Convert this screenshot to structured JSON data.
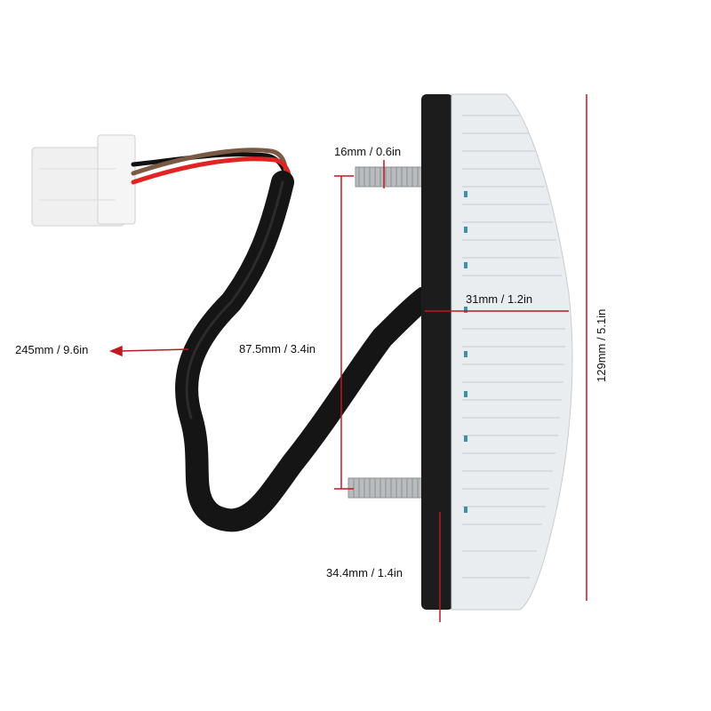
{
  "product": {
    "type": "motorcycle LED tail light with mounting studs and wire harness",
    "colors": {
      "housing": "#1a1a1a",
      "lens": "#e8ecef",
      "wire_black": "#111111",
      "wire_brown": "#7a5a45",
      "wire_red": "#e02424",
      "connector": "#f2f2f2",
      "dimension_line": "#c0181f"
    }
  },
  "dimensions": {
    "stud_length": "16mm / 0.6in",
    "cable_length": "245mm / 9.6in",
    "stud_spacing": "87.5mm / 3.4in",
    "depth": "31mm / 1.2in",
    "height": "129mm / 5.1in",
    "bottom_offset": "34.4mm / 1.4in"
  }
}
